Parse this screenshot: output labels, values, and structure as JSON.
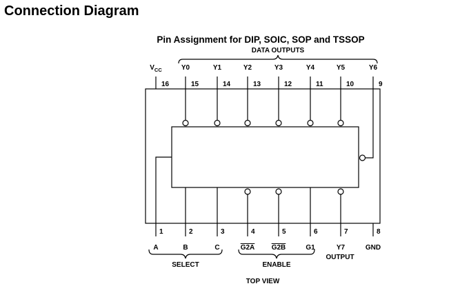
{
  "heading": "Connection Diagram",
  "subtitle": "Pin Assignment for DIP, SOIC, SOP and TSSOP",
  "groups": {
    "data_outputs": "DATA OUTPUTS",
    "select": "SELECT",
    "enable": "ENABLE",
    "output": "OUTPUT"
  },
  "view_label": "TOP VIEW",
  "top_pins": [
    {
      "number": "16",
      "label": "V",
      "sub": "CC"
    },
    {
      "number": "15",
      "label": "Y0"
    },
    {
      "number": "14",
      "label": "Y1"
    },
    {
      "number": "13",
      "label": "Y2"
    },
    {
      "number": "12",
      "label": "Y3"
    },
    {
      "number": "11",
      "label": "Y4"
    },
    {
      "number": "10",
      "label": "Y5"
    },
    {
      "number": "9",
      "label": "Y6"
    }
  ],
  "bottom_pins": [
    {
      "number": "1",
      "label": "A"
    },
    {
      "number": "2",
      "label": "B"
    },
    {
      "number": "3",
      "label": "C"
    },
    {
      "number": "4",
      "label": "G2A",
      "overline": true
    },
    {
      "number": "5",
      "label": "G2B",
      "overline": true
    },
    {
      "number": "6",
      "label": "G1"
    },
    {
      "number": "7",
      "label": "Y7"
    },
    {
      "number": "8",
      "label": "GND"
    }
  ]
}
